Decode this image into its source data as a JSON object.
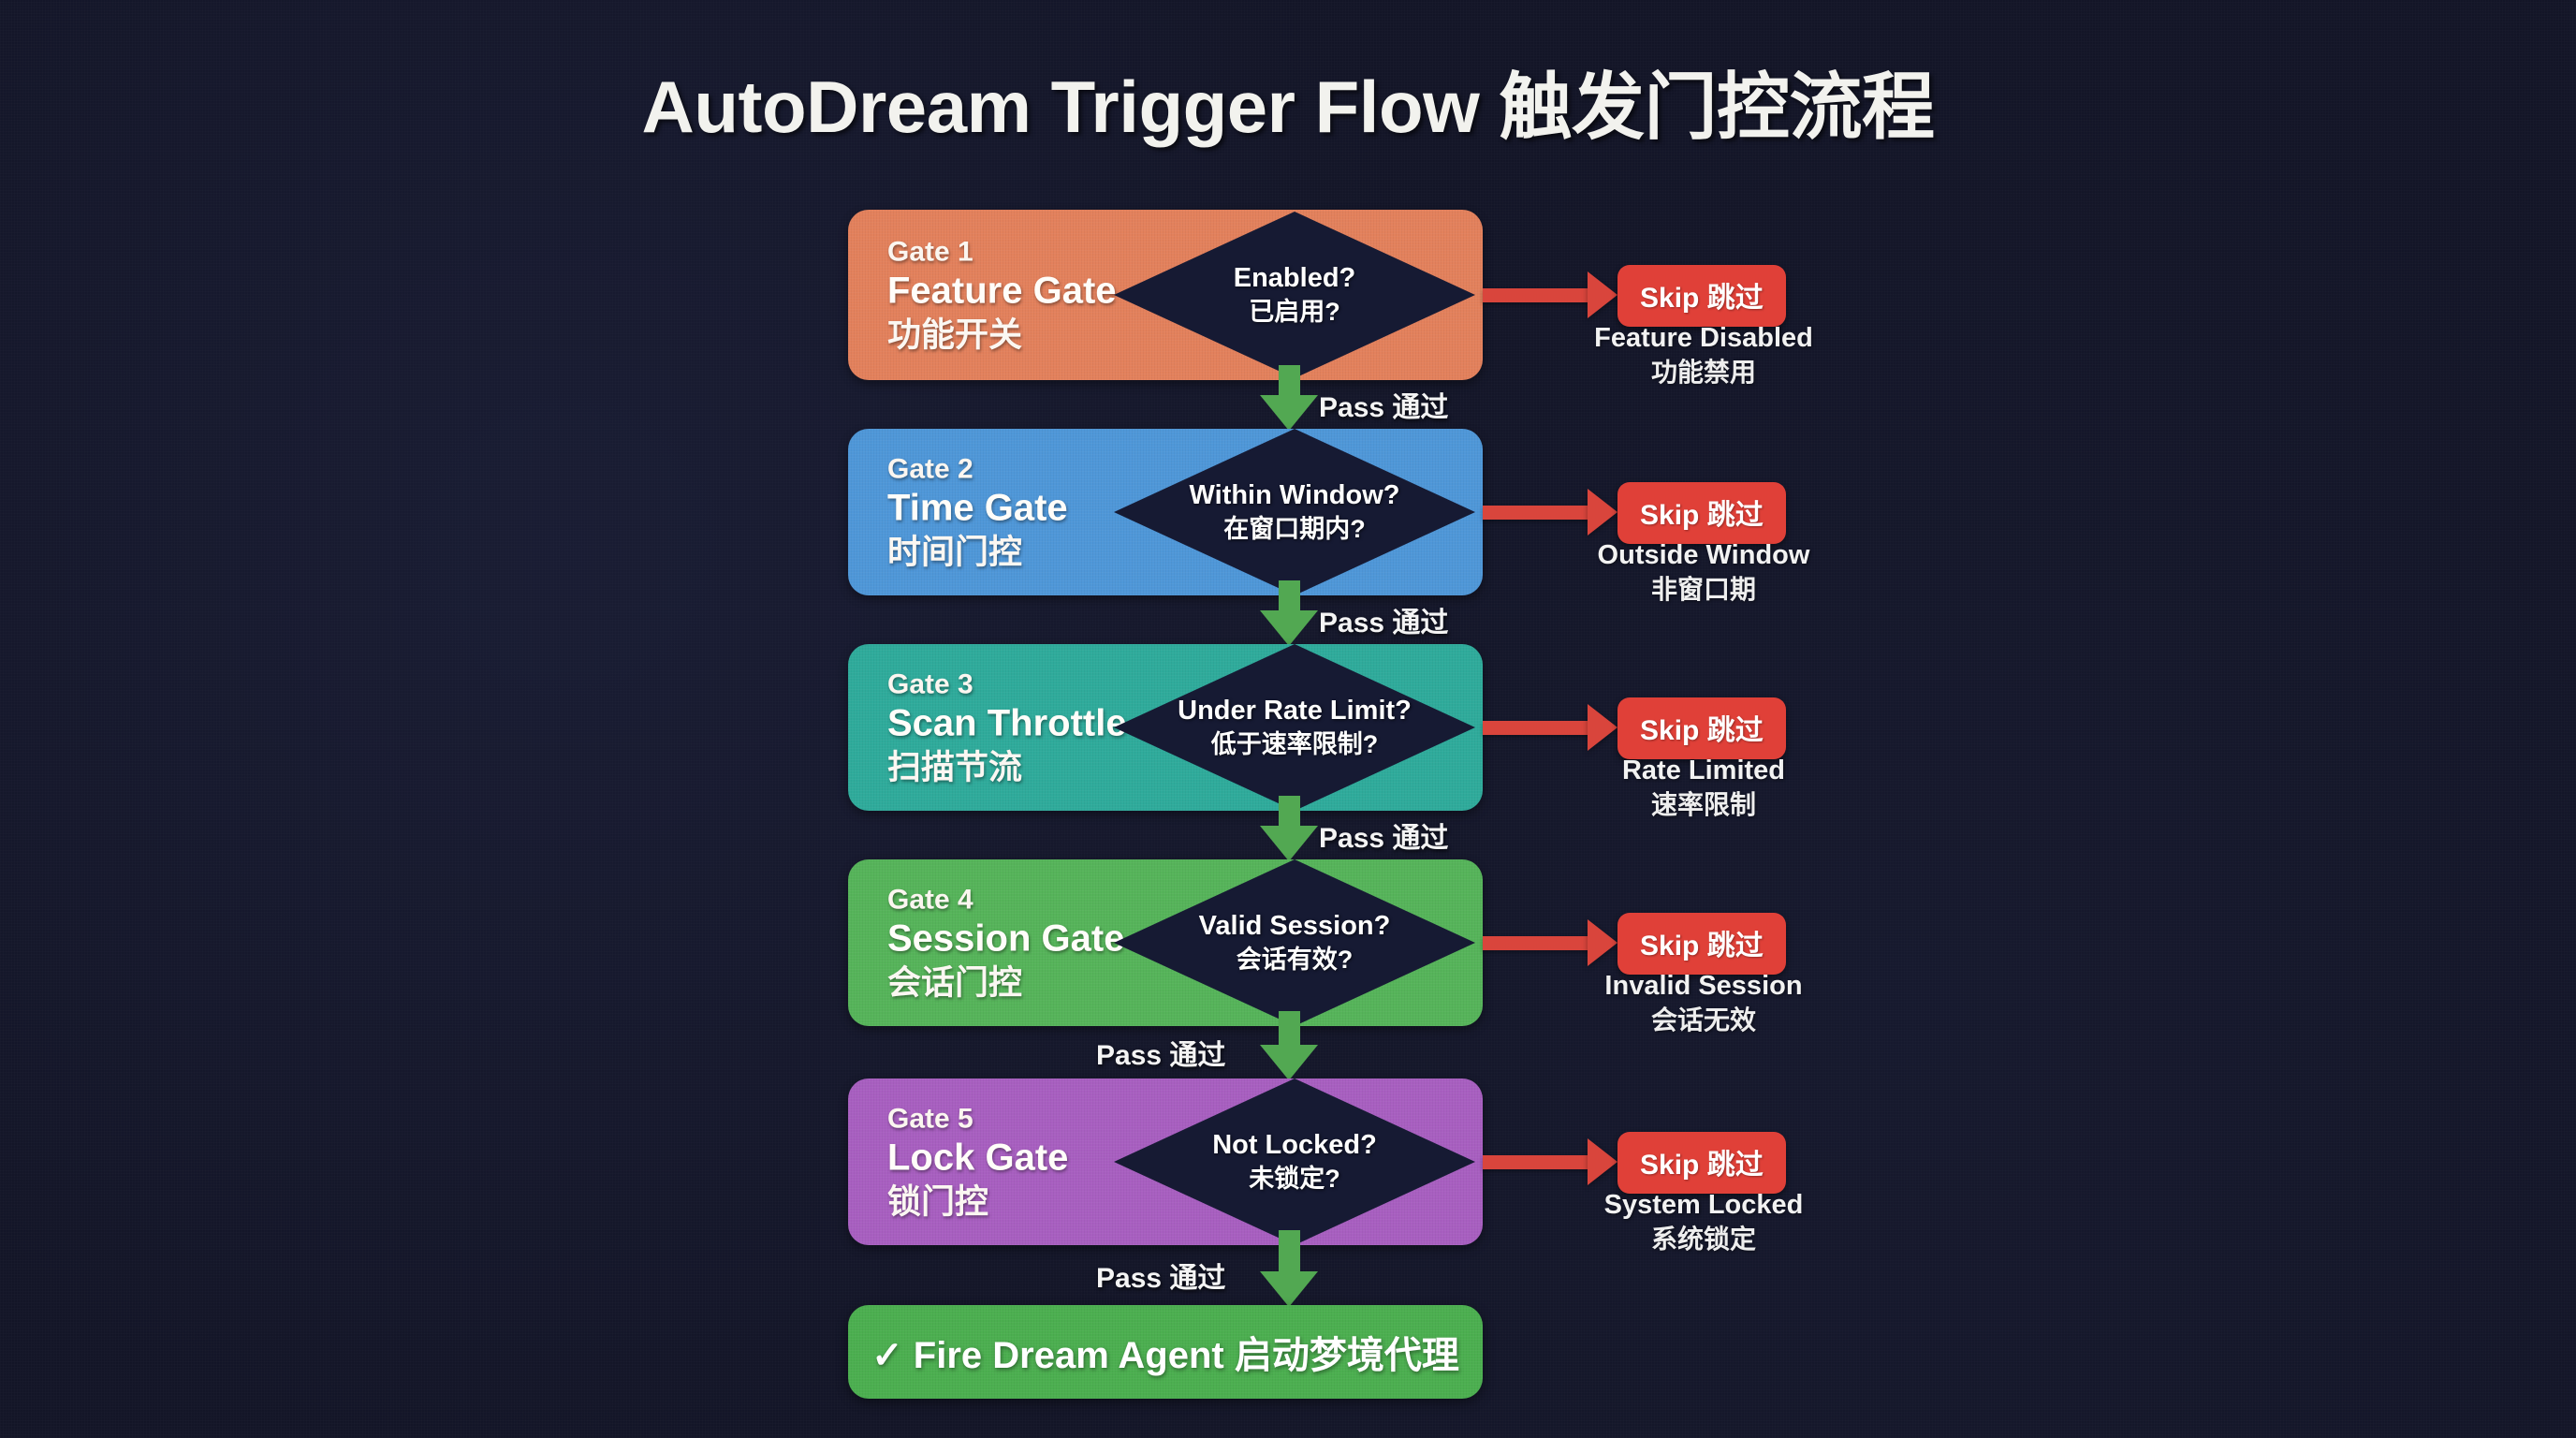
{
  "title": "AutoDream Trigger Flow 触发门控流程",
  "colors": {
    "background": "#131527",
    "diamond": "#161a33",
    "pass_arrow": "#52a852",
    "skip_arrow": "#d9453c",
    "skip_chip": "#e04038",
    "final_node": "#4caf50"
  },
  "pass_label": "Pass 通过",
  "skip_chip_label": "Skip 跳过",
  "gates": [
    {
      "num": "Gate 1",
      "name_en": "Feature Gate",
      "name_zh": "功能开关",
      "color": "#e3815c",
      "decision_en": "Enabled?",
      "decision_zh": "已启用?",
      "skip_label": "Skip 跳过",
      "skip_reason_en": "Feature Disabled",
      "skip_reason_zh": "功能禁用",
      "pass_label": "Pass 通过",
      "pass_label_side": "right"
    },
    {
      "num": "Gate 2",
      "name_en": "Time Gate",
      "name_zh": "时间门控",
      "color": "#4f97d8",
      "decision_en": "Within Window?",
      "decision_zh": "在窗口期内?",
      "skip_label": "Skip 跳过",
      "skip_reason_en": "Outside Window",
      "skip_reason_zh": "非窗口期",
      "pass_label": "Pass 通过",
      "pass_label_side": "right"
    },
    {
      "num": "Gate 3",
      "name_en": "Scan Throttle",
      "name_zh": "扫描节流",
      "color": "#2fab9b",
      "decision_en": "Under Rate Limit?",
      "decision_zh": "低于速率限制?",
      "skip_label": "Skip 跳过",
      "skip_reason_en": "Rate Limited",
      "skip_reason_zh": "速率限制",
      "pass_label": "Pass 通过",
      "pass_label_side": "right"
    },
    {
      "num": "Gate 4",
      "name_en": "Session Gate",
      "name_zh": "会话门控",
      "color": "#56b45a",
      "decision_en": "Valid Session?",
      "decision_zh": "会话有效?",
      "skip_label": "Skip 跳过",
      "skip_reason_en": "Invalid Session",
      "skip_reason_zh": "会话无效",
      "pass_label": "Pass 通过",
      "pass_label_side": "left"
    },
    {
      "num": "Gate 5",
      "name_en": "Lock Gate",
      "name_zh": "锁门控",
      "color": "#a85fc0",
      "decision_en": "Not Locked?",
      "decision_zh": "未锁定?",
      "skip_label": "Skip 跳过",
      "skip_reason_en": "System Locked",
      "skip_reason_zh": "系统锁定",
      "pass_label": "Pass 通过",
      "pass_label_side": "left"
    }
  ],
  "final": {
    "check_icon": "✓",
    "label": "✓ Fire Dream Agent 启动梦境代理",
    "color": "#4caf50"
  }
}
